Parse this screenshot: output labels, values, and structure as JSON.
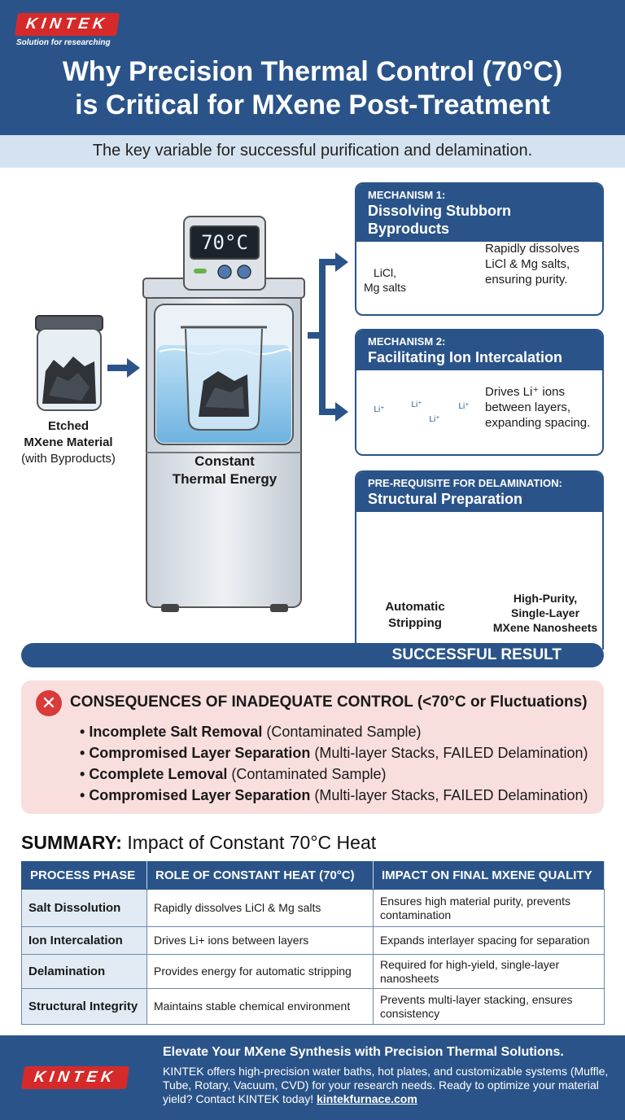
{
  "brand": {
    "name": "KINTEK",
    "tagline": "Solution for researching",
    "red": "#d62a2a",
    "navy": "#2a5489"
  },
  "header": {
    "title_line1": "Why Precision Thermal Control (70°C)",
    "title_line2": "is Critical for MXene Post-Treatment",
    "subtitle": "The key variable for successful purification and delamination."
  },
  "diagram": {
    "display": "70°C",
    "input_label": {
      "line1": "Etched",
      "line2": "MXene Material",
      "line3": "(with Byproducts)"
    },
    "bath_label": {
      "line1": "Constant",
      "line2": "Thermal Energy"
    },
    "mechanism1": {
      "kicker": "MECHANISM 1:",
      "title": "Dissolving Stubborn Byproducts",
      "salt_label_line1": "LiCl,",
      "salt_label_line2": "Mg salts",
      "text_line1": "Rapidly dissolves",
      "text_line2": "LiCl & Mg salts,",
      "text_line3": "ensuring purity."
    },
    "mechanism2": {
      "kicker": "MECHANISM 2:",
      "title": "Facilitating Ion Intercalation",
      "ion_label": "Li⁺",
      "text_line1": "Drives Li⁺ ions",
      "text_line2": "between layers,",
      "text_line3": "expanding spacing."
    },
    "mechanism3": {
      "kicker": "PRE-REQUISITE FOR DELAMINATION:",
      "title": "Structural Preparation",
      "left_label_line1": "Automatic",
      "left_label_line2": "Stripping",
      "right_label_line1": "High-Purity,",
      "right_label_line2": "Single-Layer",
      "right_label_line3": "MXene Nanosheets"
    },
    "result": "SUCCESSFUL RESULT"
  },
  "consequences": {
    "title": "CONSEQUENCES OF INADEQUATE CONTROL (<70°C or Fluctuations)",
    "items": [
      {
        "bold": "Incomplete Salt Removal",
        "rest": " (Contaminated Sample)"
      },
      {
        "bold": "Compromised Layer Separation",
        "rest": " (Multi-layer Stacks, FAILED Delamination)"
      },
      {
        "bold": "Ccomplete Lemoval",
        "rest": " (Contaminated Sample)"
      },
      {
        "bold": "Compromised Layer Separation",
        "rest": " (Multi-layer Stacks, FAILED Delamination)"
      }
    ]
  },
  "summary": {
    "title_bold": "SUMMARY:",
    "title_rest": " Impact of Constant 70°C Heat",
    "headers": [
      "PROCESS PHASE",
      "ROLE OF CONSTANT HEAT (70°C)",
      "IMPACT ON FINAL MXENE QUALITY"
    ],
    "rows": [
      [
        "Salt Dissolution",
        "Rapidly dissolves LiCl & Mg salts",
        "Ensures high material purity, prevents contamination"
      ],
      [
        "Ion Intercalation",
        "Drives Li+ ions between layers",
        "Expands interlayer spacing for separation"
      ],
      [
        "Delamination",
        "Provides energy for automatic stripping",
        "Required for high-yield, single-layer nanosheets"
      ],
      [
        "Structural Integrity",
        "Maintains stable chemical environment",
        "Prevents multi-layer stacking, ensures consistency"
      ]
    ]
  },
  "footer": {
    "title": "Elevate Your MXene Synthesis with Precision Thermal Solutions.",
    "text": "KINTEK offers high-precision water baths, hot plates, and customizable systems (Muffle, Tube, Rotary, Vacuum, CVD) for your research needs. Ready to optimize your material yield? Contact KINTEK today! ",
    "link": "kintekfurnace.com"
  }
}
